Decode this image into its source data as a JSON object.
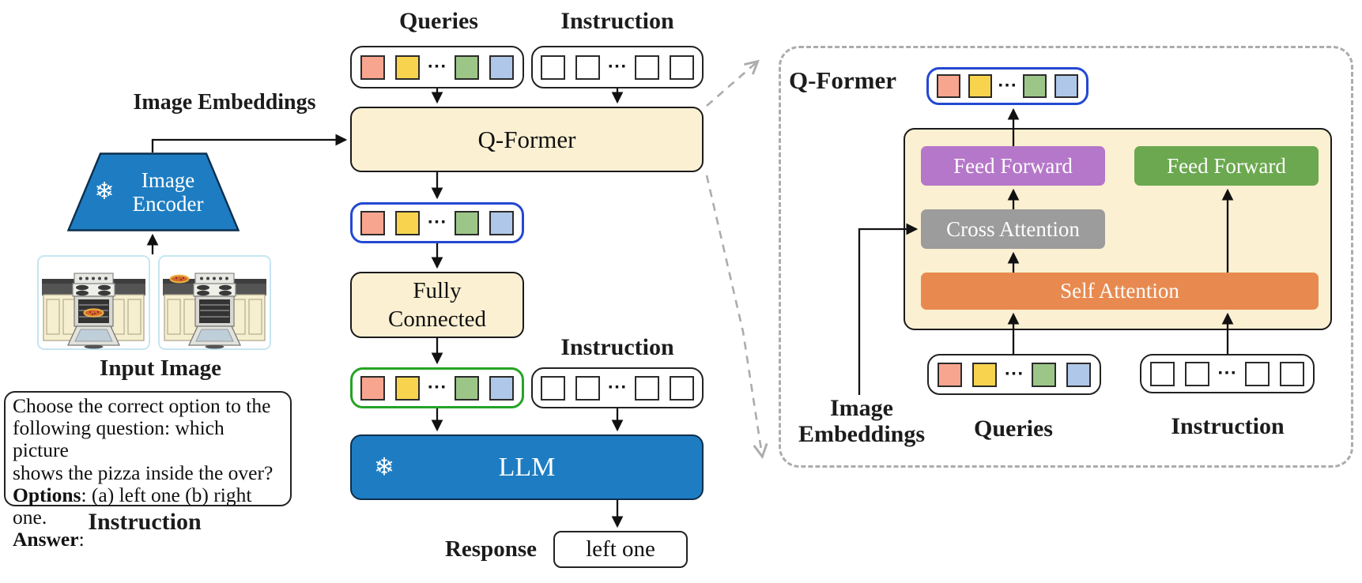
{
  "colors": {
    "cream": "#FBF0D2",
    "blue": "#1E7DC2",
    "purple": "#B577C9",
    "graybox": "#9C9C9C",
    "orange": "#E88A50",
    "greenbox": "#6BA84F",
    "blueBorder": "#2348D2",
    "greenBorder": "#26A326",
    "dashGray": "#ACACAC",
    "tokSalmon": "#F8A58F",
    "tokYellow": "#F8D44E",
    "tokGreen": "#9CC687",
    "tokBlue": "#AFC7E8"
  },
  "left": {
    "image_embeddings_label": "Image Embeddings",
    "snowflake": "❄",
    "image_encoder_label": "Image Encoder",
    "input_image_label": "Input Image",
    "instruction_lines": [
      {
        "bold": "",
        "text": "Choose the correct option to the"
      },
      {
        "bold": "",
        "text": "following question: which picture"
      },
      {
        "bold": "",
        "text": "shows the pizza inside the over?"
      },
      {
        "bold": "Options",
        "text": ": (a) left one (b) right one."
      },
      {
        "bold": "Answer",
        "text": ":"
      }
    ],
    "instruction_label": "Instruction"
  },
  "pipeline": {
    "dots": "···",
    "queries_label": "Queries",
    "instruction_label_top": "Instruction",
    "qformer_label": "Q-Former",
    "fully_connected_label": "Fully Connected",
    "instruction_label_mid": "Instruction",
    "llm_label": "LLM",
    "llm_snowflake": "❄",
    "response_label": "Response",
    "response_value": "left one"
  },
  "panel": {
    "title": "Q-Former",
    "feed_forward_left": "Feed Forward",
    "cross_attention": "Cross Attention",
    "self_attention": "Self Attention",
    "feed_forward_right": "Feed Forward",
    "image_embeddings_label": "Image Embeddings",
    "queries_label": "Queries",
    "instruction_label": "Instruction"
  }
}
